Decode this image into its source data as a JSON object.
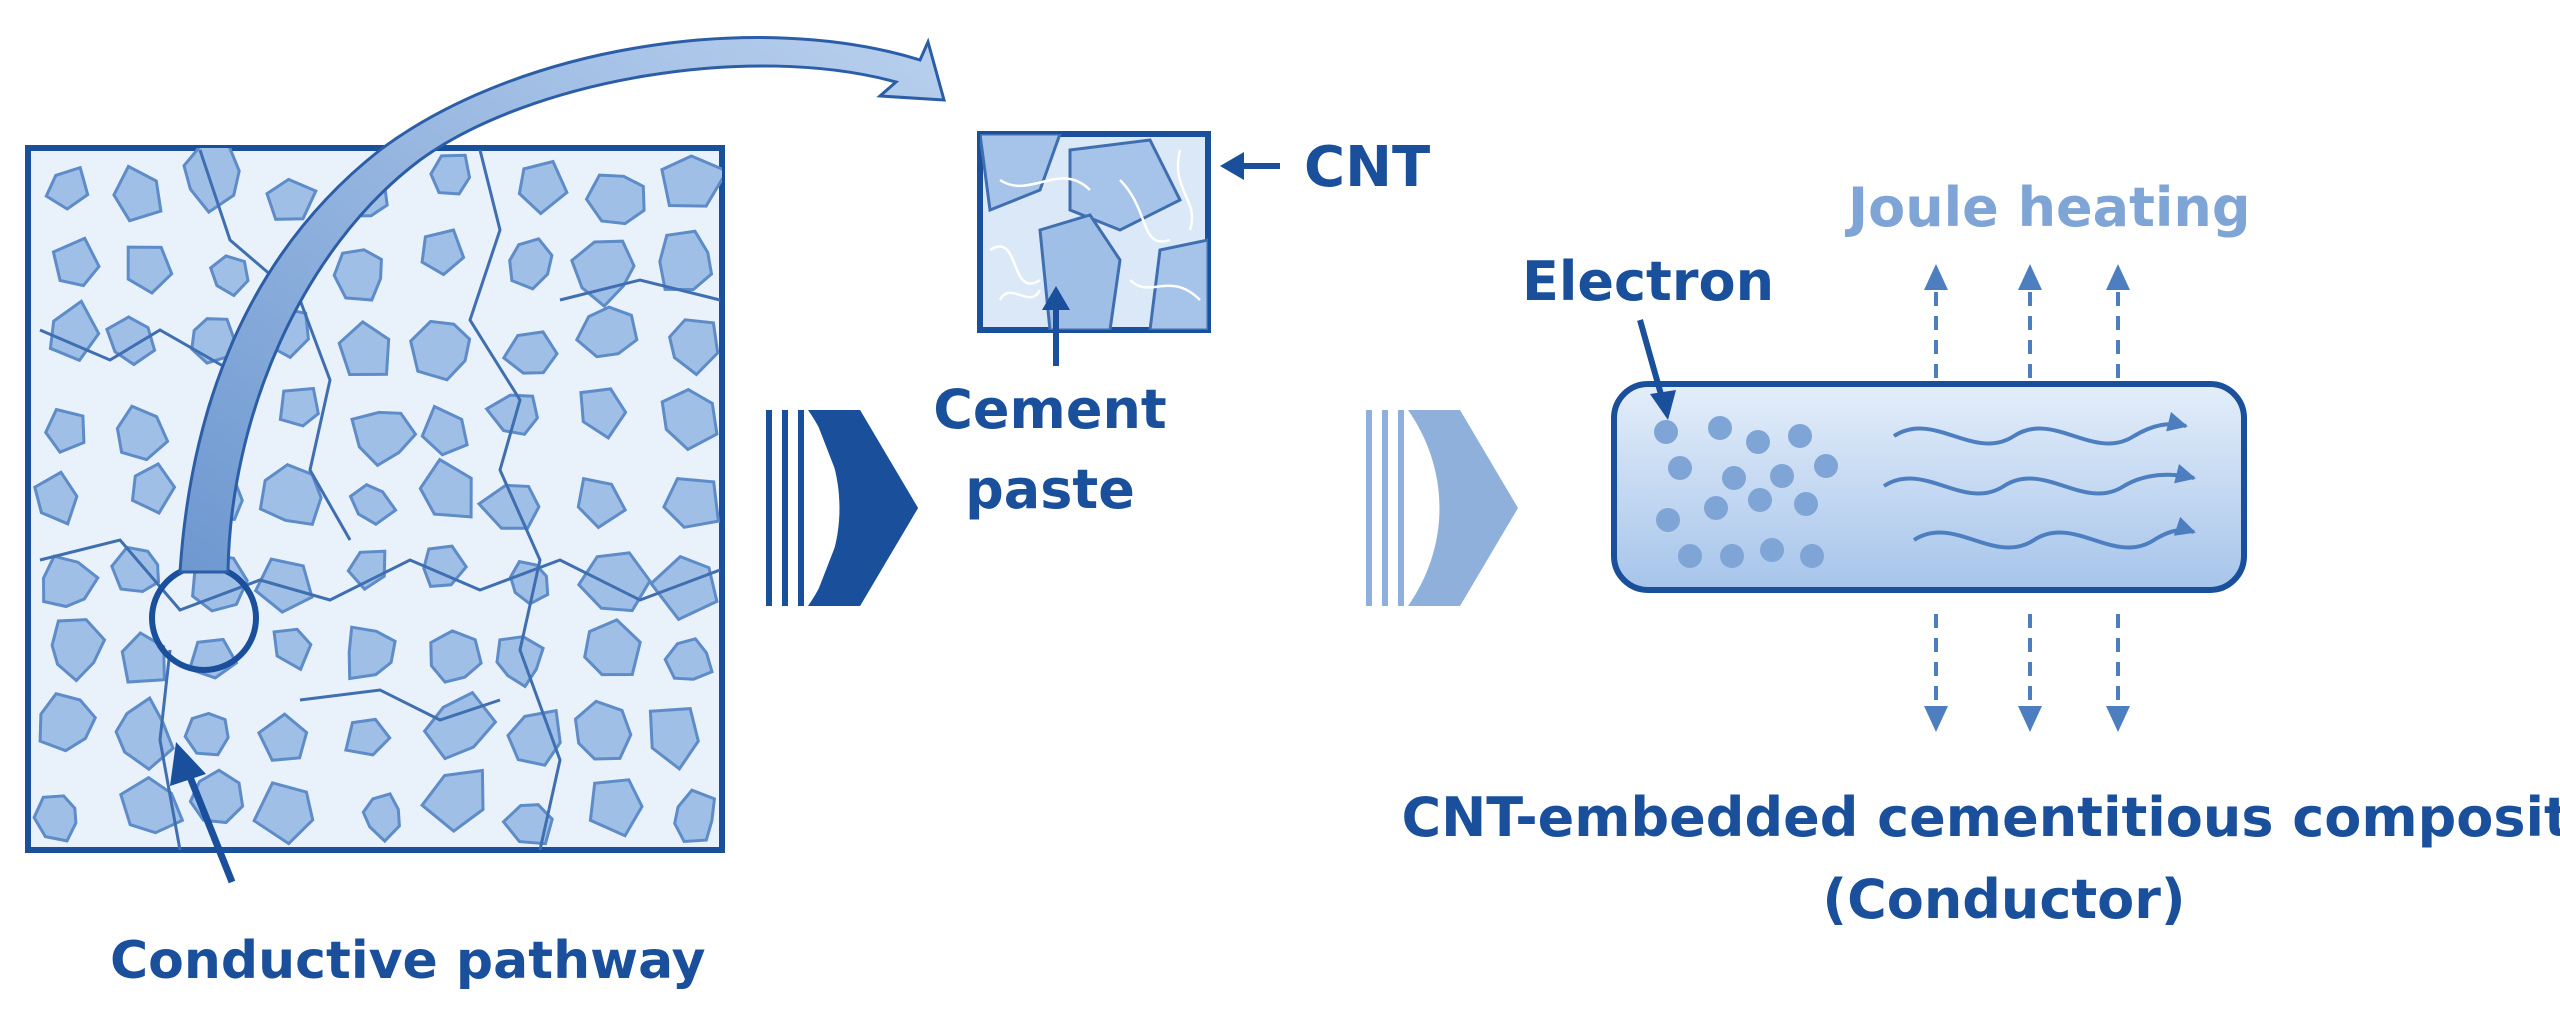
{
  "labels": {
    "conductive_pathway": "Conductive pathway",
    "cnt": "CNT",
    "cement_line1": "Cement",
    "cement_line2": "paste",
    "joule_heating": "Joule heating",
    "electron": "Electron",
    "composite_line1": "CNT-embedded cementitious composite",
    "composite_line2": "(Conductor)"
  },
  "colors": {
    "primary": "#1a4f9c",
    "secondary": "#4d7fc0",
    "light_arrow": "#8fb0da",
    "aggregate_fill": "#9fbfe6",
    "aggregate_stroke": "#5e8cc8",
    "matrix_fill": "#e9f1fb",
    "rod_top": "#dbe8f7",
    "rod_bottom": "#a9c6ea",
    "electron": "#7fa4d6"
  },
  "icons": {
    "curved_arrow": "curved-arrow-icon",
    "transform_arrow_dark": "transform-arrow-dark-icon",
    "transform_arrow_light": "transform-arrow-light-icon",
    "pointer_arrow": "pointer-arrow-icon",
    "wave_arrow": "wave-arrow-icon",
    "heat_arrow": "dashed-up-arrow-icon"
  }
}
